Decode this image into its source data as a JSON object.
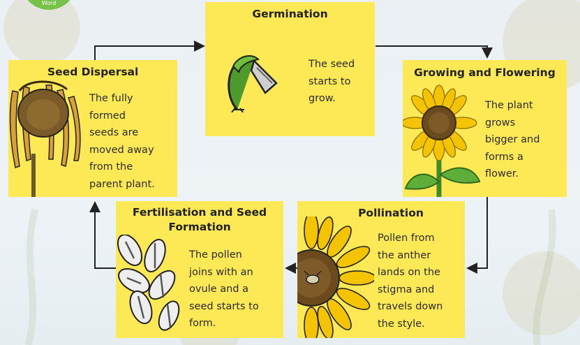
{
  "corner_badge": {
    "label": "Word"
  },
  "cards": {
    "germination": {
      "title": "Germination",
      "text": "The seed\nstarts to\ngrow."
    },
    "growing": {
      "title": "Growing and Flowering",
      "text": "The plant\ngrows\nbigger and\nforms a\nflower."
    },
    "pollination": {
      "title": "Pollination",
      "text": "Pollen from\nthe anther\nlands on the\nstigma and\ntravels down\nthe style."
    },
    "fertilisation": {
      "title": "Fertilisation and Seed\nFormation",
      "text": "The pollen\njoins with an\novule and a\nseed starts to\nform."
    },
    "dispersal": {
      "title": "Seed Dispersal",
      "text": "The fully\nformed\nseeds are\nmoved away\nfrom the\nparent plant."
    }
  },
  "colors": {
    "card": "#fde955",
    "arrow": "#222222",
    "petal": "#f5c400",
    "centre": "#6b4a1e"
  },
  "icons": [
    "sprouting-seed-icon",
    "sunflower-icon",
    "sunflower-closeup-icon",
    "sunflower-seeds-icon",
    "wilted-sunflower-icon"
  ]
}
